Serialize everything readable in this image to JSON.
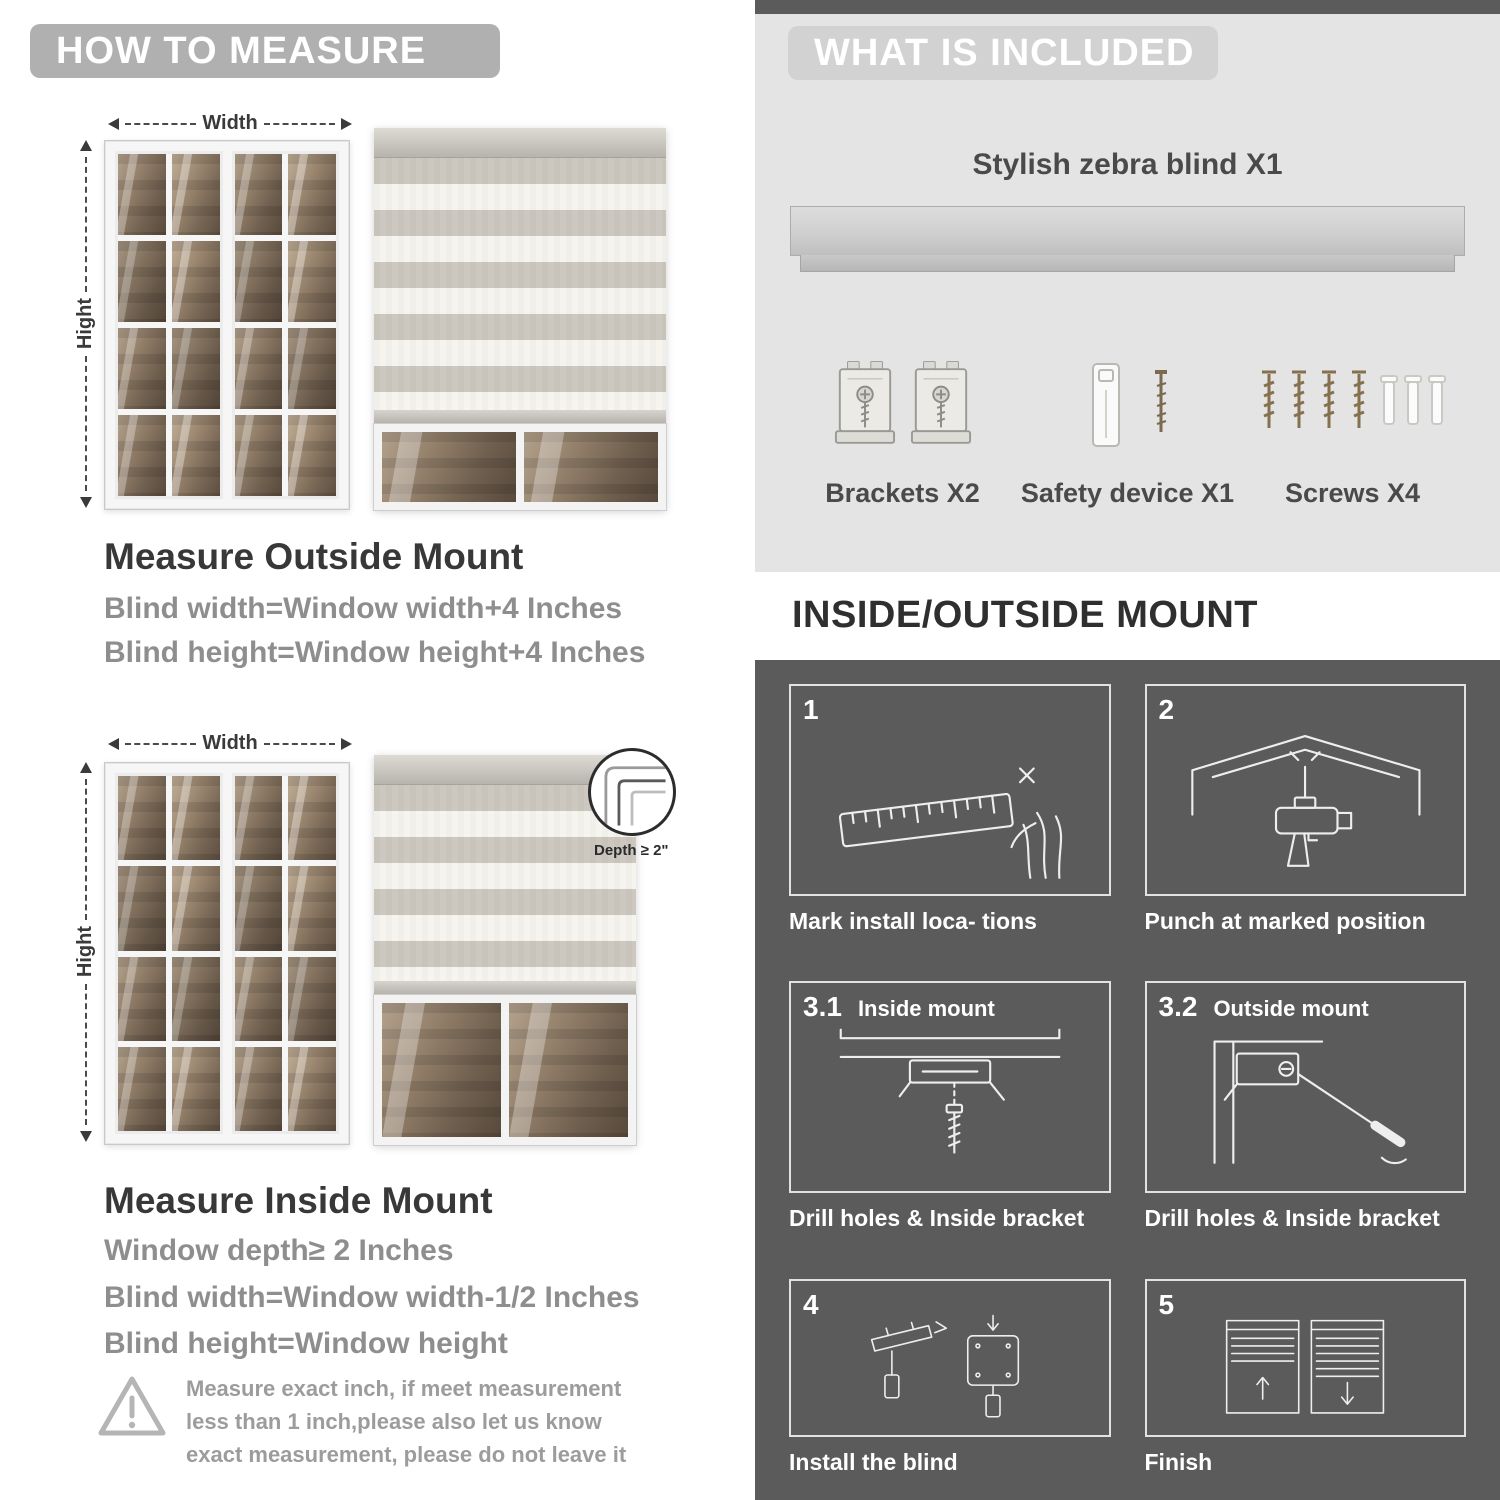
{
  "how_to_measure": {
    "title": "HOW TO MEASURE",
    "width_label": "Width",
    "height_label": "Hight",
    "outside": {
      "heading": "Measure Outside Mount",
      "line1": "Blind width=Window width+4 Inches",
      "line2": "Blind height=Window height+4 Inches"
    },
    "inside": {
      "heading": "Measure Inside Mount",
      "depth_note": "Depth ≥ 2\"",
      "line1": "Window depth≥ 2 Inches",
      "line2": "Blind width=Window width-1/2 Inches",
      "line3": "Blind height=Window height"
    },
    "warning_text": "Measure exact inch, if meet measurement less than 1 inch,please also let us know exact measurement, please do not leave it"
  },
  "what_is_included": {
    "title": "WHAT IS INCLUDED",
    "product_label": "Stylish zebra blind X1",
    "items": [
      {
        "label": "Brackets X2",
        "icon": "bracket-icon"
      },
      {
        "label": "Safety device X1",
        "icon": "safety-device-icon"
      },
      {
        "label": "Screws X4",
        "icon": "screws-icon"
      }
    ]
  },
  "inside_outside_mount": {
    "title": "INSIDE/OUTSIDE MOUNT",
    "steps": [
      {
        "number": "1",
        "tag": "",
        "caption": "Mark install loca- tions"
      },
      {
        "number": "2",
        "tag": "",
        "caption": "Punch at  marked position"
      },
      {
        "number": "3.1",
        "tag": "Inside mount",
        "caption": "Drill holes &  Inside bracket"
      },
      {
        "number": "3.2",
        "tag": "Outside mount",
        "caption": "Drill holes &  Inside bracket"
      },
      {
        "number": "4",
        "tag": "",
        "caption": "Install the blind"
      },
      {
        "number": "5",
        "tag": "",
        "caption": "Finish"
      }
    ]
  },
  "colors": {
    "pill_gray": "#b0b0b0",
    "panel_light": "#e4e4e4",
    "panel_dark": "#5b5b5b",
    "text_dark": "#383838",
    "text_gray": "#8e8e8e",
    "stripe_gray": "#ccc8c0",
    "stripe_white": "#f6f4ef"
  }
}
